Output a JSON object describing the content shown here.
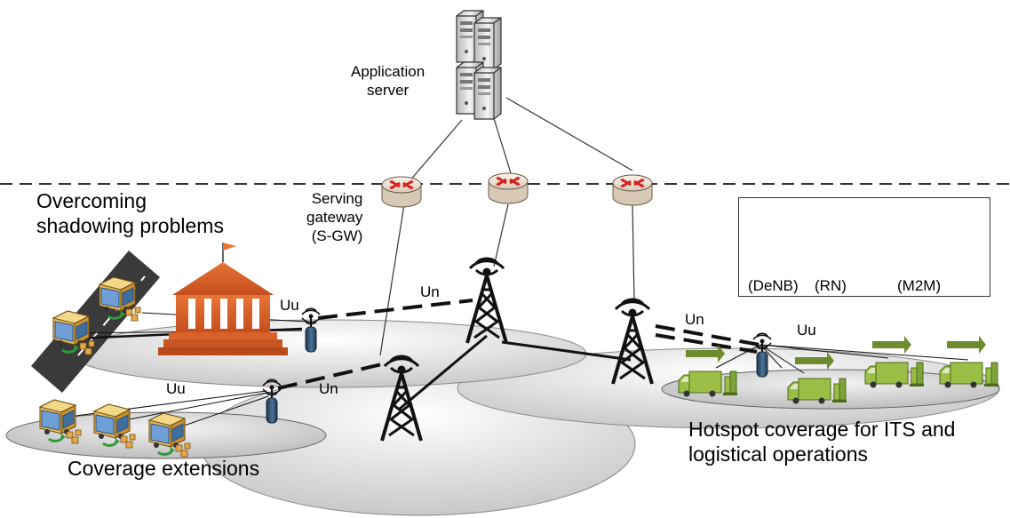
{
  "labels": {
    "app_server": "Application\nserver",
    "sgw": "Serving\ngateway\n(S-GW)",
    "shadowing": "Overcoming\nshadowing problems",
    "coverage_ext": "Coverage extensions",
    "hotspot": "Hotspot coverage for ITS and\nlogistical operations",
    "uu_left": "Uu",
    "uu_bottom": "Uu",
    "uu_right": "Uu",
    "un_top": "Un",
    "un_bottom": "Un",
    "un_right": "Un"
  },
  "legend": {
    "denb": "(DeNB)",
    "rn": "(RN)",
    "m2m": "(M2M)"
  },
  "colors": {
    "building": "#D9622B",
    "truck": "#8AAA3A",
    "arrow": "#6E8B2E",
    "router": "#F2E8DC",
    "router_arrow": "#D62020",
    "relay": "#2F4F6F",
    "road": "#3A3A3A",
    "coverage": "#D6D6D6"
  }
}
